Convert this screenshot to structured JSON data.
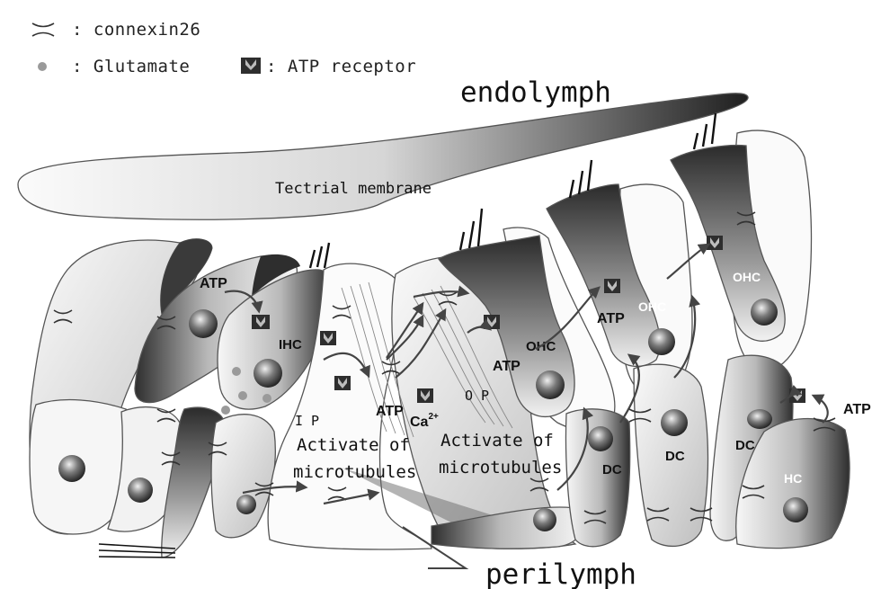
{
  "legend": {
    "connexin_label": ": connexin26",
    "glutamate_label": ": Glutamate",
    "atp_receptor_label": ": ATP receptor"
  },
  "regions": {
    "endolymph": "endolymph",
    "perilymph": "perilymph",
    "tectorial_membrane": "Tectrial membrane"
  },
  "cell_labels": {
    "ihc": "IHC",
    "ohc": "OHC",
    "dc": "DC",
    "hc": "HC",
    "ip": "I P",
    "op": "O P"
  },
  "signals": {
    "atp": "ATP",
    "ca": "Ca",
    "ca_charge": "2+"
  },
  "annotations": {
    "activate_line1": "Activate of",
    "activate_line2": "microtubules"
  },
  "colors": {
    "ink": "#111111",
    "cell_dark": "#3a3a3a",
    "cell_light": "#f4f4f4",
    "glutamate": "#9a9a9a"
  }
}
